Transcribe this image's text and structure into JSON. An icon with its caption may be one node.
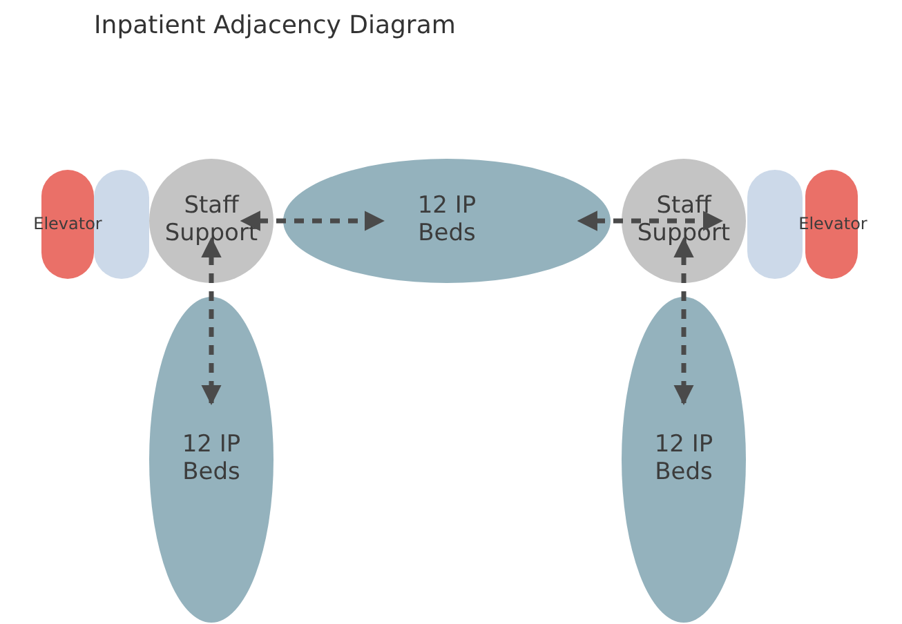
{
  "diagram": {
    "title": "Inpatient Adjacency Diagram",
    "nodes": [
      {
        "text": [
          "Elevator"
        ]
      },
      {
        "text": [],
        "shape": "capsule"
      },
      {
        "text": [
          "Staff Support"
        ]
      },
      {
        "text": [
          "12 IP Beds"
        ]
      },
      {
        "text": [
          "Staff Support"
        ]
      },
      {
        "text": [],
        "shape": "capsule"
      },
      {
        "text": [
          "Elevator"
        ]
      },
      {
        "text": [
          "12 IP Beds"
        ]
      },
      {
        "text": [
          "12 IP Beds"
        ]
      }
    ],
    "edges": [
      {
        "from": 2,
        "to": 3,
        "arrow": "both",
        "style": "dashed"
      },
      {
        "from": 3,
        "to": 4,
        "arrow": "both",
        "style": "dashed"
      },
      {
        "from": 2,
        "to": 7,
        "arrow": "both",
        "style": "dashed"
      },
      {
        "from": 4,
        "to": 8,
        "arrow": "both",
        "style": "dashed"
      }
    ]
  }
}
